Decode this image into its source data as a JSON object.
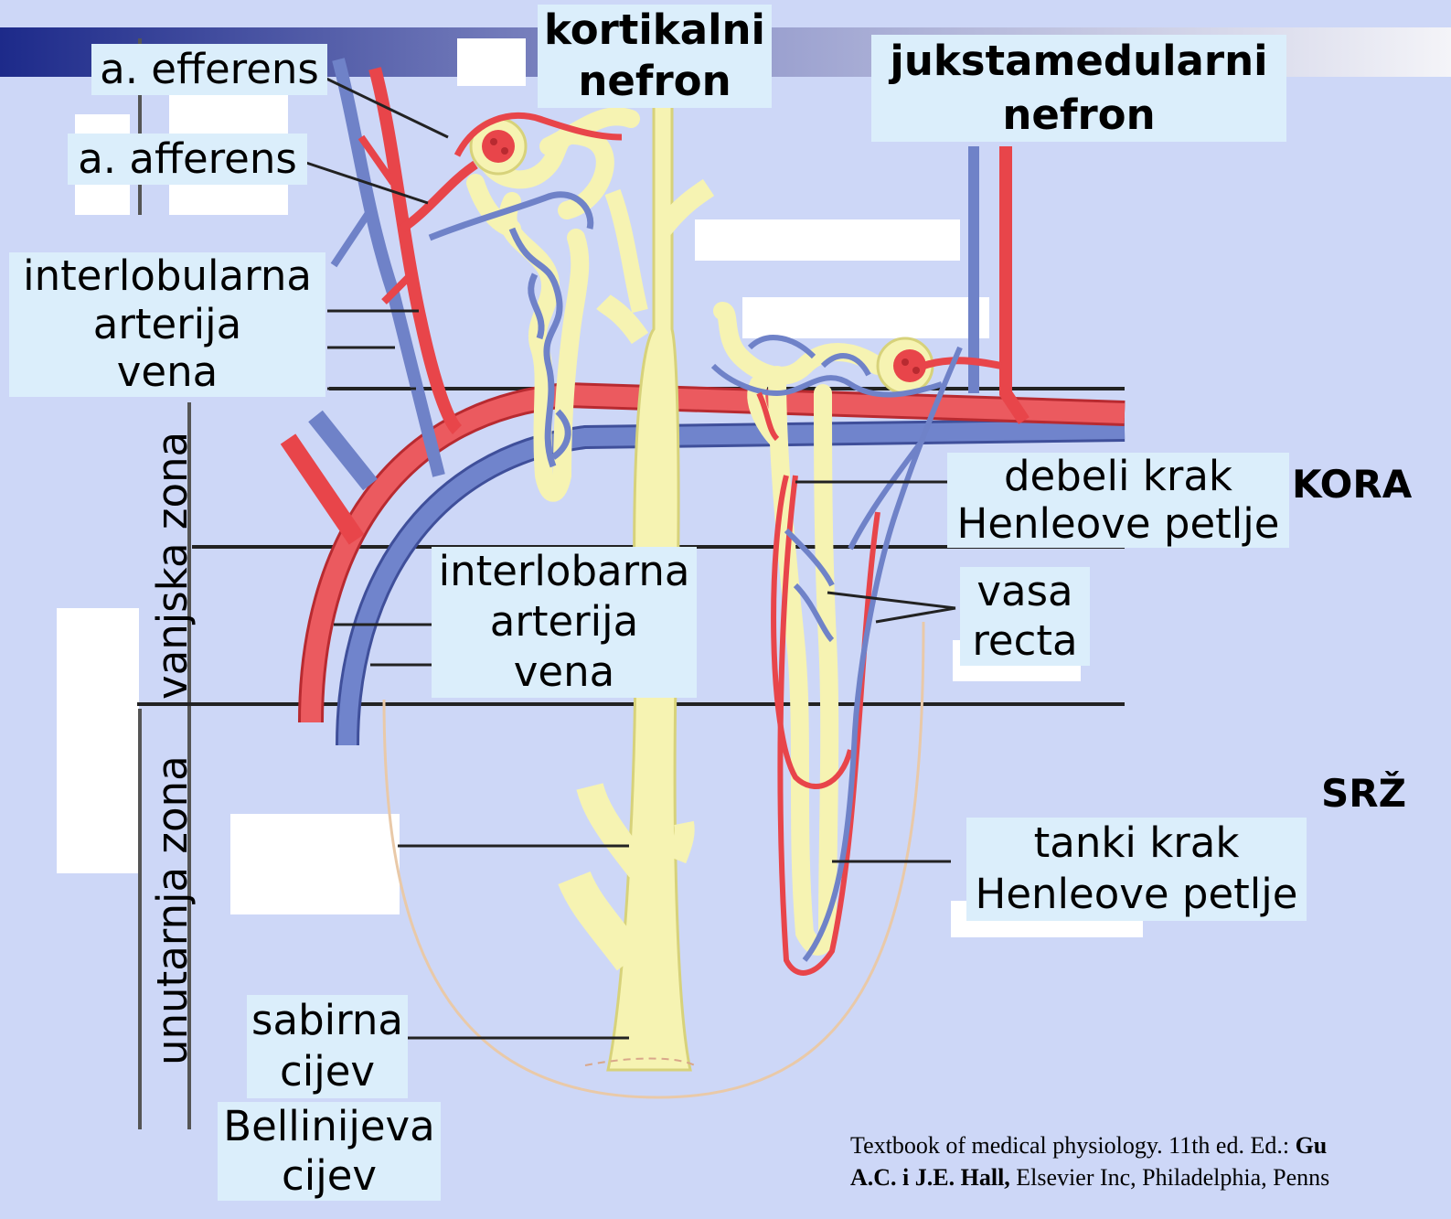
{
  "title_cortical": [
    "kortikalni",
    "nefron"
  ],
  "title_juxta": [
    "jukstamedularni",
    "nefron"
  ],
  "labels": {
    "efferens": "a. efferens",
    "afferens": "a. afferens",
    "interlobular": [
      "interlobularna",
      "arterija",
      "vena"
    ],
    "interlobar": [
      "interlobarna",
      "arterija",
      "vena"
    ],
    "thick_limb": [
      "debeli krak",
      "Henleove petlje"
    ],
    "vasa_recta": [
      "vasa",
      "recta"
    ],
    "thin_limb": [
      "tanki krak",
      "Henleove petlje"
    ],
    "collecting_duct": [
      "sabirna",
      "cijev"
    ],
    "bellini": [
      "Bellinijeva",
      "cijev"
    ]
  },
  "regions": {
    "cortex": "KORA",
    "medulla": "SRŽ",
    "outer_zone": "vanjska zona",
    "inner_zone": "unutarnja zona"
  },
  "citation": {
    "line1_plain": "Textbook of medical physiology. 11th ed. Ed.: ",
    "line1_bold": "Gu",
    "line2_bold": "A.C. i J.E. Hall,",
    "line2_plain": " Elsevier Inc, Philadelphia, Penns"
  },
  "colors": {
    "artery": "#e8454a",
    "vein": "#6f82c8",
    "tubule": "#f6f3b2",
    "label_bg": "#dbeefb",
    "background": "#cdd7f7"
  }
}
